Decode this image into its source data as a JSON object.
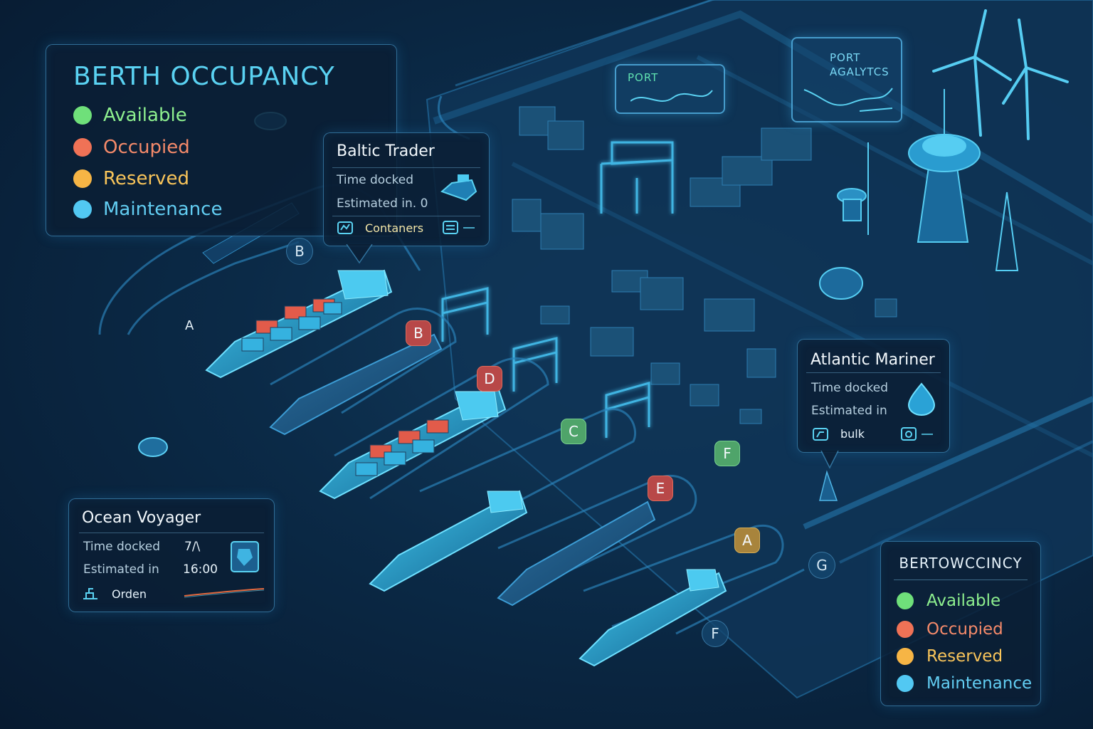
{
  "legend": {
    "title": "BERTH OCCUPANCY",
    "items": [
      {
        "label": "Available",
        "color": "#6fe07a"
      },
      {
        "label": "Occupied",
        "color": "#f07256"
      },
      {
        "label": "Reserved",
        "color": "#f6b545"
      },
      {
        "label": "Maintenance",
        "color": "#52c8f2"
      }
    ]
  },
  "legend_small": {
    "title": "BERTOWCCINCY",
    "items": [
      {
        "label": "Available",
        "color": "#6fe07a"
      },
      {
        "label": "Occupied",
        "color": "#f07256"
      },
      {
        "label": "Reserved",
        "color": "#f6b545"
      },
      {
        "label": "Maintenance",
        "color": "#52c8f2"
      }
    ]
  },
  "ships": {
    "baltic": {
      "name": "Baltic Trader",
      "time_docked_label": "Time docked",
      "estimated_label": "Estimated in. 0",
      "cargo": "Contaners",
      "icons": [
        "ship-icon",
        "cargo-icon",
        "document-icon"
      ]
    },
    "atlantic": {
      "name": "Atlantic Mariner",
      "time_docked_label": "Time docked",
      "estimated_label": "Estimated in",
      "cargo": "bulk",
      "icons": [
        "drop-icon",
        "cargo-icon",
        "gauge-icon"
      ]
    },
    "ocean": {
      "name": "Ocean Voyager",
      "time_docked_label": "Time docked",
      "time_docked_value": "7/\\",
      "estimated_label": "Estimated in",
      "estimated_value": "16:00",
      "cargo": "Orden",
      "icons": [
        "map-tag-icon",
        "crane-icon"
      ]
    }
  },
  "berths": [
    {
      "label": "B",
      "status": "Maintenance"
    },
    {
      "label": "A",
      "status": "unmarked"
    },
    {
      "label": "B",
      "status": "Occupied"
    },
    {
      "label": "D",
      "status": "Occupied"
    },
    {
      "label": "C",
      "status": "Available"
    },
    {
      "label": "F",
      "status": "Available"
    },
    {
      "label": "E",
      "status": "Occupied"
    },
    {
      "label": "A",
      "status": "Reserved"
    },
    {
      "label": "G",
      "status": "Maintenance"
    },
    {
      "label": "F",
      "status": "Maintenance"
    }
  ],
  "screens": {
    "port": "PORT",
    "analytics_line1": "PORT",
    "analytics_line2": "AGALYTCS"
  },
  "colors": {
    "available": "#5fb57a",
    "occupied": "#b84848",
    "reserved": "#b89040",
    "maintenance": "#1f5f8f",
    "water": "#0b2a47",
    "accent": "#5ad2f2"
  }
}
